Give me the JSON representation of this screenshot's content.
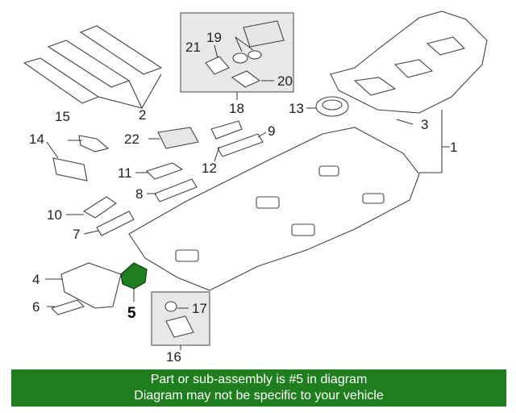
{
  "callouts": {
    "c1": "1",
    "c2": "2",
    "c3": "3",
    "c4": "4",
    "c5": "5",
    "c6": "6",
    "c7": "7",
    "c8": "8",
    "c9": "9",
    "c10": "10",
    "c11": "11",
    "c12": "12",
    "c13": "13",
    "c14": "14",
    "c15": "15",
    "c16": "16",
    "c17": "17",
    "c18": "18",
    "c19": "19",
    "c20": "20",
    "c21": "21",
    "c22": "22"
  },
  "highlight": {
    "part": "5",
    "color": "#1f7f1f"
  },
  "banner": {
    "line1": "Part or sub-assembly is #5 in diagram",
    "line2": "Diagram may not be specific to your vehicle"
  }
}
